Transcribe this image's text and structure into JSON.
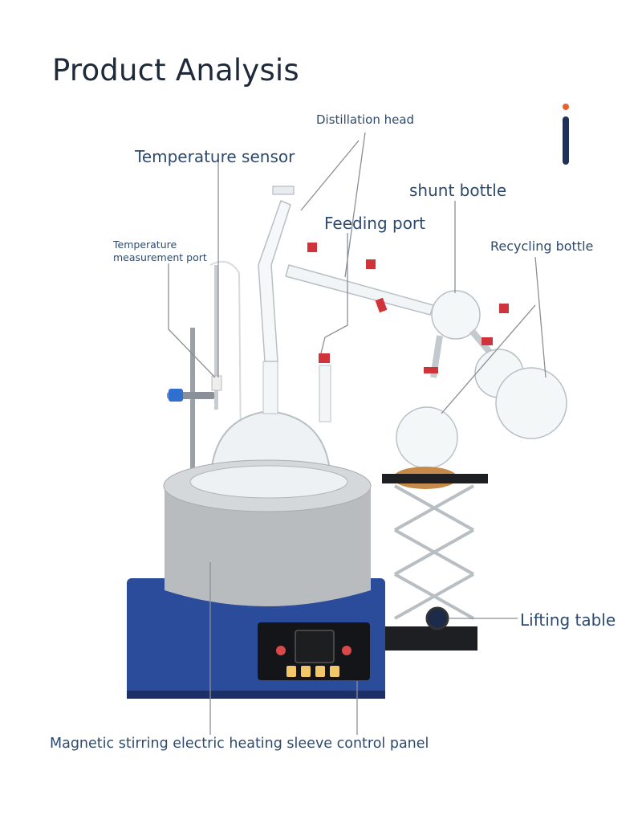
{
  "title": "Product Analysis",
  "labels": {
    "distillation_head": "Distillation head",
    "temperature_sensor": "Temperature sensor",
    "shunt_bottle": "shunt bottle",
    "feeding_port": "Feeding port",
    "temperature_measurement_port_line1": "Temperature",
    "temperature_measurement_port_line2": "measurement port",
    "recycling_bottle": "Recycling bottle",
    "lifting_table": "Lifting table",
    "control_panel": "Magnetic stirring electric heating sleeve control panel"
  },
  "colors": {
    "label_text": "#2d4a6e",
    "title_text": "#1e2a3a",
    "logo_dot": "#e8612c",
    "logo_bar": "#1f3158",
    "base_blue": "#2b4b9b",
    "mantle_gray": "#b9bcbf"
  }
}
